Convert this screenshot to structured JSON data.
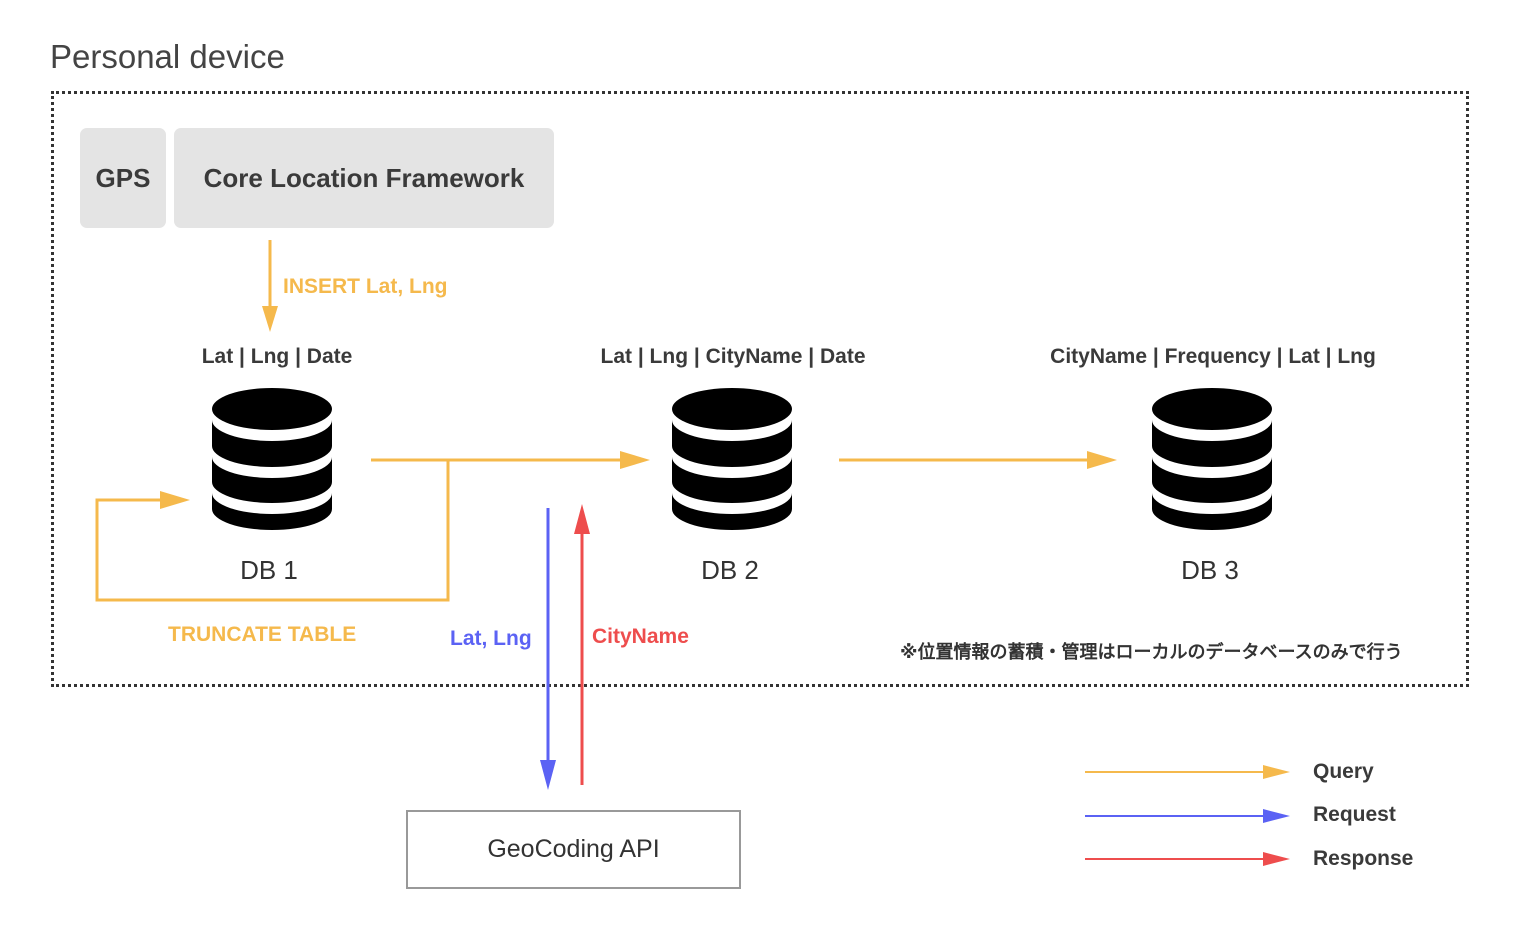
{
  "title": "Personal device",
  "sources": {
    "gps": "GPS",
    "core_location": "Core Location Framework"
  },
  "databases": [
    {
      "label": "DB 1",
      "schema": "Lat | Lng | Date"
    },
    {
      "label": "DB 2",
      "schema": "Lat | Lng | CityName | Date"
    },
    {
      "label": "DB 3",
      "schema": "CityName | Frequency | Lat | Lng"
    }
  ],
  "flows": {
    "insert": "INSERT Lat, Lng",
    "truncate": "TRUNCATE TABLE",
    "request_payload": "Lat, Lng",
    "response_payload": "CityName"
  },
  "note": "※位置情報の蓄積・管理はローカルのデータベースのみで行う",
  "external_api": "GeoCoding API",
  "legend": {
    "query": "Query",
    "request": "Request",
    "response": "Response"
  },
  "colors": {
    "query": "#f5b94c",
    "request": "#5b62f4",
    "response": "#ee4d4d",
    "database": "#000000"
  },
  "icons": {
    "database": "database-icon",
    "arrow": "arrow-icon"
  }
}
